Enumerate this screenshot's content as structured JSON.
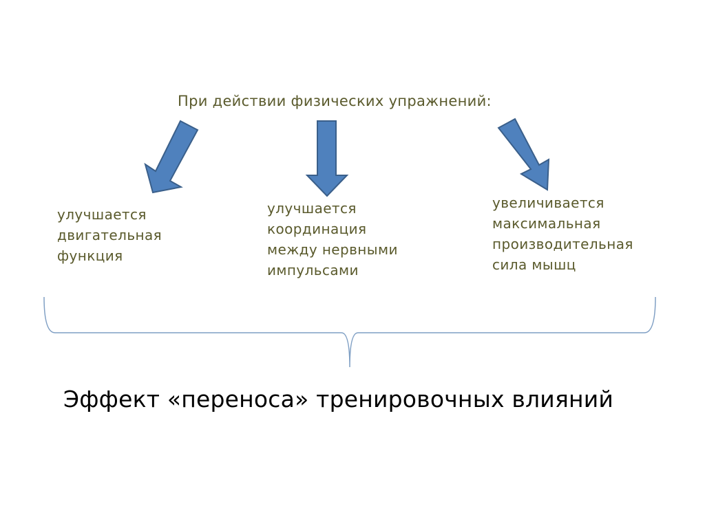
{
  "heading": "При действии физических упражнений:",
  "effects": [
    {
      "text": "улучшается\nдвигательная\nфункция"
    },
    {
      "text": " улучшается\nкоординация\nмежду нервными\nимпульсами"
    },
    {
      "text": "увеличивается\nмаксимальная\nпроизводительная\nсила мышц"
    }
  ],
  "conclusion": "Эффект «переноса» тренировочных влияний",
  "colors": {
    "text_olive": "#5a5a2c",
    "arrow_fill": "#4f81bd",
    "arrow_stroke": "#3a5f8a",
    "brace": "#7f9fc4",
    "conclusion_text": "#000000"
  }
}
